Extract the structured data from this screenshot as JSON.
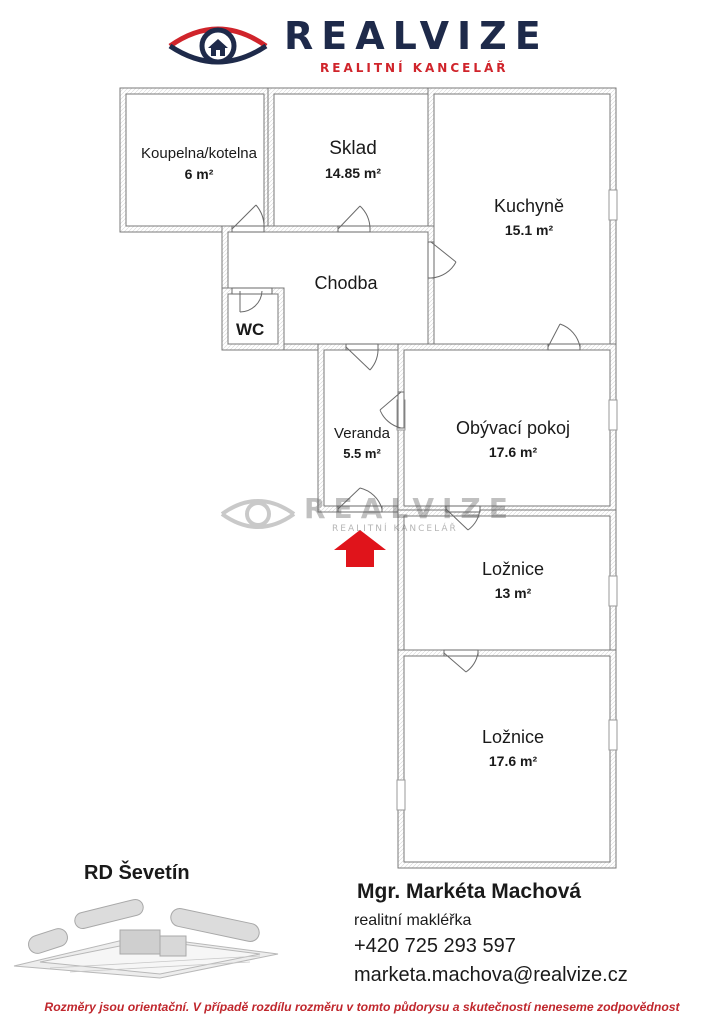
{
  "brand": {
    "name": "REALVIZE",
    "subtitle": "REALITNÍ KANCELÁŘ"
  },
  "rooms": [
    {
      "name": "Koupelna/kotelna",
      "area": "6 m²"
    },
    {
      "name": "Sklad",
      "area": "14.85 m²"
    },
    {
      "name": "Kuchyně",
      "area": "15.1 m²"
    },
    {
      "name": "Chodba",
      "area": ""
    },
    {
      "name": "WC",
      "area": ""
    },
    {
      "name": "Veranda",
      "area": "5.5 m²"
    },
    {
      "name": "Obývací pokoj",
      "area": "17.6 m²"
    },
    {
      "name": "Ložnice",
      "area": "13 m²"
    },
    {
      "name": "Ložnice",
      "area": "17.6 m²"
    }
  ],
  "watermark": {
    "name": "REALVIZE",
    "subtitle": "REALITNÍ KANCELÁŘ"
  },
  "property": {
    "title": "RD Ševetín"
  },
  "agent": {
    "name": "Mgr. Markéta Machová",
    "role": "realitní makléřka",
    "phone": "+420 725 293 597",
    "email": "marketa.machova@realvize.cz"
  },
  "disclaimer": "Rozměry jsou orientační. V případě rozdílu rozměru v tomto půdorysu a skutečností neneseme zodpovědnost",
  "colors": {
    "brand_dark": "#1e2a4a",
    "brand_red": "#d0242b",
    "entrance_arrow": "#e0141b",
    "disclaimer": "#c0272d"
  },
  "icons": [
    "eye-house-logo-icon",
    "entrance-arrow-icon",
    "blueprint-illustration"
  ]
}
